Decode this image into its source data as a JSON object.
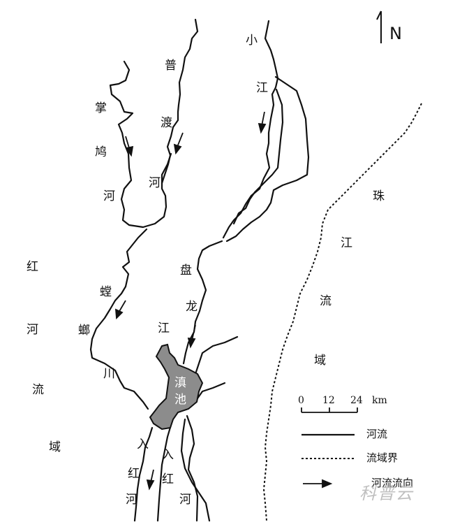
{
  "north_label": "N",
  "labels": {
    "zhangjiu": [
      "掌",
      "鸠",
      "河"
    ],
    "pudu": [
      "普",
      "渡",
      "河"
    ],
    "xiaojiang": [
      "小",
      "江"
    ],
    "panlong": [
      "盘",
      "龙",
      "江"
    ],
    "tanglang": [
      "螳",
      "螂",
      "川"
    ],
    "honghe_basin": [
      "红",
      "河",
      "流",
      "域"
    ],
    "zhujiang_basin": [
      "珠",
      "江",
      "流",
      "域"
    ],
    "dianchi": [
      "滇",
      "池"
    ],
    "ruhong_left": [
      "入",
      "红",
      "河"
    ],
    "ruhong_right": [
      "入",
      "红",
      "河"
    ]
  },
  "scale": {
    "ticks": [
      "0",
      "12",
      "24"
    ],
    "unit": "km"
  },
  "legend": {
    "river": "河流",
    "boundary": "流域界",
    "flow": "河流流向"
  },
  "watermark": "科普云",
  "colors": {
    "lake": "#8c8c8c",
    "line": "#111111"
  }
}
